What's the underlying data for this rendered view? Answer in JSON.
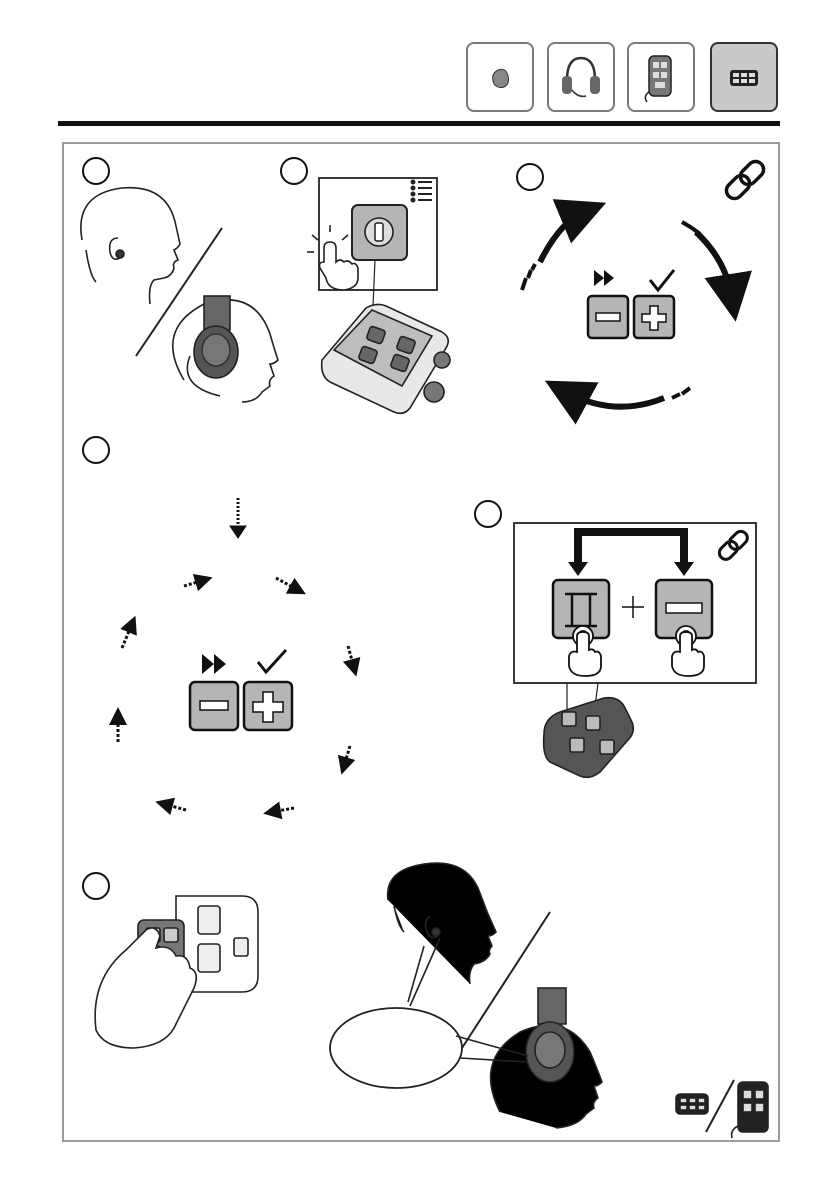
{
  "header": {
    "tabs": [
      {
        "icon": "earplug-icon",
        "active": false
      },
      {
        "icon": "headset-icon",
        "active": false
      },
      {
        "icon": "controller-icon",
        "active": false
      },
      {
        "icon": "keypad-icon",
        "active": true
      }
    ]
  },
  "steps": [
    {
      "number": "",
      "icon": "ear-and-headset-choice"
    },
    {
      "number": "",
      "icon": "power-button-press"
    },
    {
      "number": "",
      "icon": "pairing-cycle"
    },
    {
      "number": "",
      "icon": "menu-cycle"
    },
    {
      "number": "",
      "icon": "pairing-combo"
    },
    {
      "number": "",
      "icon": "attach-remote"
    }
  ],
  "buttons": {
    "minus": "minus-button",
    "plus": "plus-button",
    "power": "power-button",
    "mode": "mode-button"
  },
  "colors": {
    "accent": "#111111",
    "button_fill": "#b5b5b5",
    "panel_border": "#9a9a9a",
    "active_tab": "#c9c9c9"
  }
}
